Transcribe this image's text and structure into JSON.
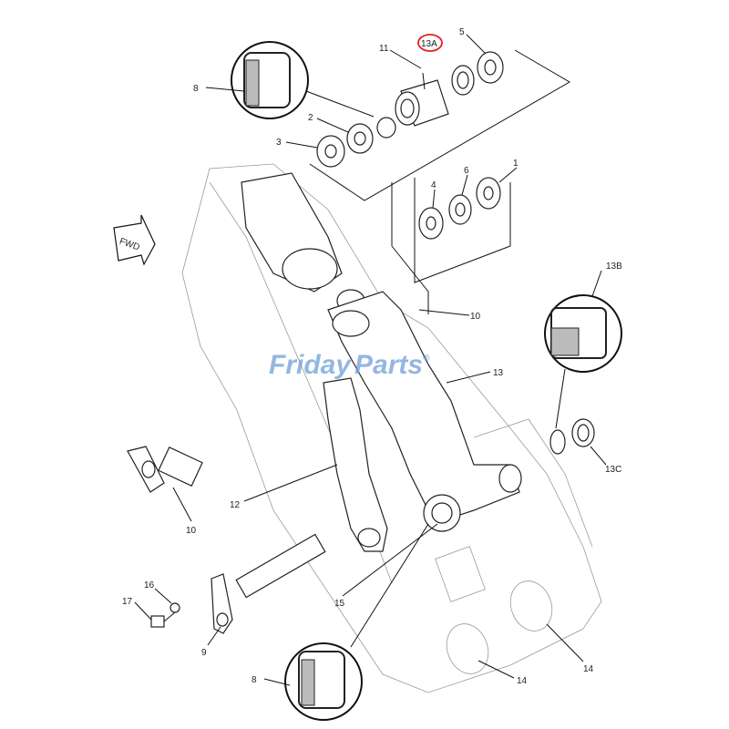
{
  "callouts": {
    "c11": "11",
    "c13A": "13A",
    "c5": "5",
    "c8a": "8",
    "c2": "2",
    "c3": "3",
    "c4": "4",
    "c6": "6",
    "c1": "1",
    "c13B": "13B",
    "c10a": "10",
    "c13": "13",
    "c12": "12",
    "c10b": "10",
    "c13C": "13C",
    "c16": "16",
    "c17": "17",
    "c9": "9",
    "c15": "15",
    "c14a": "14",
    "c14b": "14",
    "c8b": "8"
  },
  "fwd_label": "FWD",
  "watermark": {
    "text_a": "Friday",
    "text_b": "Parts",
    "mark": "®"
  },
  "highlight_color": "#e02020",
  "watermark_color": "#6f9fd8"
}
